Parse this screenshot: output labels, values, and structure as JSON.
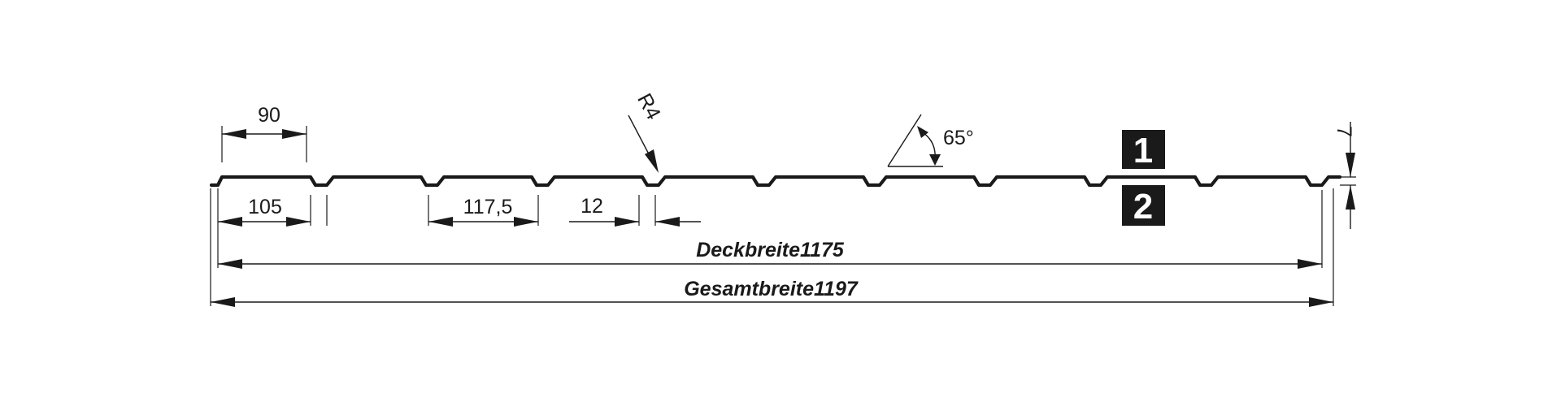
{
  "dimensions": {
    "rib_top_width": "90",
    "pitch": "105",
    "valley_width": "117,5",
    "rib_offset": "12",
    "radius": "R4",
    "angle": "65°",
    "profile_height": "7",
    "cover_width_label": "Deckbreite1175",
    "total_width_label": "Gesamtbreite1197"
  },
  "legend": {
    "badge_1": "1",
    "badge_2": "2"
  },
  "colors": {
    "ink": "#1a1a1a",
    "badge_fill": "#1a1a1a",
    "background": "#ffffff"
  }
}
